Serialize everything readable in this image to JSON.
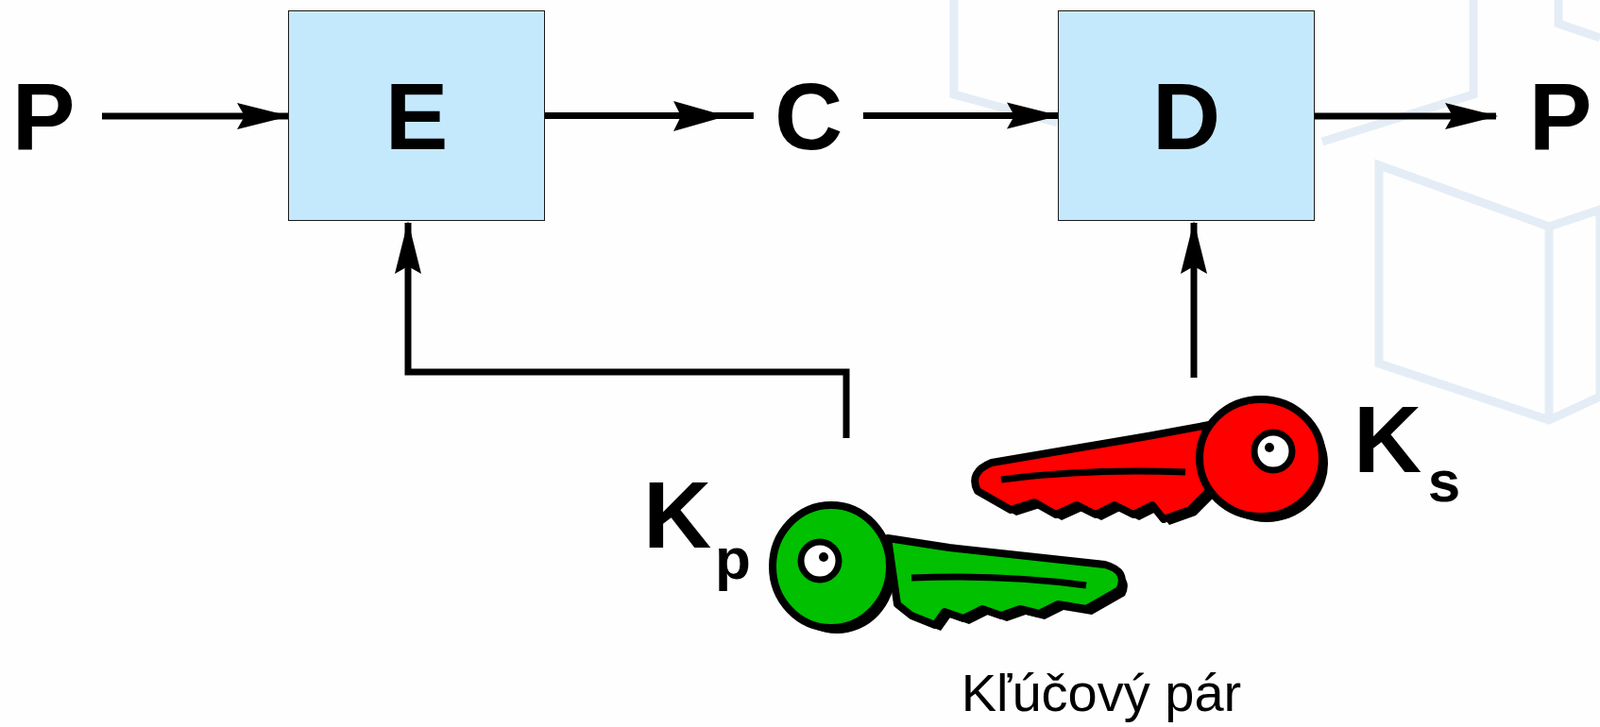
{
  "diagram": {
    "nodes": [
      {
        "text": [
          "E"
        ]
      },
      {
        "text": [
          "D"
        ]
      }
    ],
    "edges": [
      {
        "from": 0,
        "to": 1,
        "arrow": "to",
        "label": "C"
      }
    ],
    "labels": [
      "P",
      "P",
      "K",
      "p",
      "K",
      "s",
      "Kľúčový pár"
    ]
  }
}
